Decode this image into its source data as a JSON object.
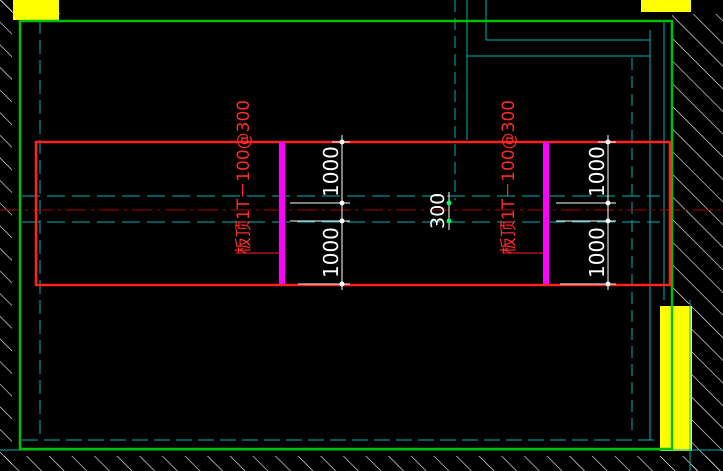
{
  "drawing": {
    "colors": {
      "background": "#000000",
      "border": "#00c000",
      "section_box": "#ff2020",
      "rebar": "#ff00ff",
      "cyan_line": "#00b0b0",
      "yellow_fill": "#ffff00",
      "dimension": "#ffffff",
      "label": "#ff2a2a"
    },
    "labels": {
      "left_rebar": "板顶1T－100@300",
      "right_rebar": "板顶1T－100@300"
    },
    "dimensions": {
      "left_upper": "1000",
      "left_lower": "1000",
      "right_upper": "1000",
      "right_lower": "1000",
      "gap": "300"
    }
  }
}
